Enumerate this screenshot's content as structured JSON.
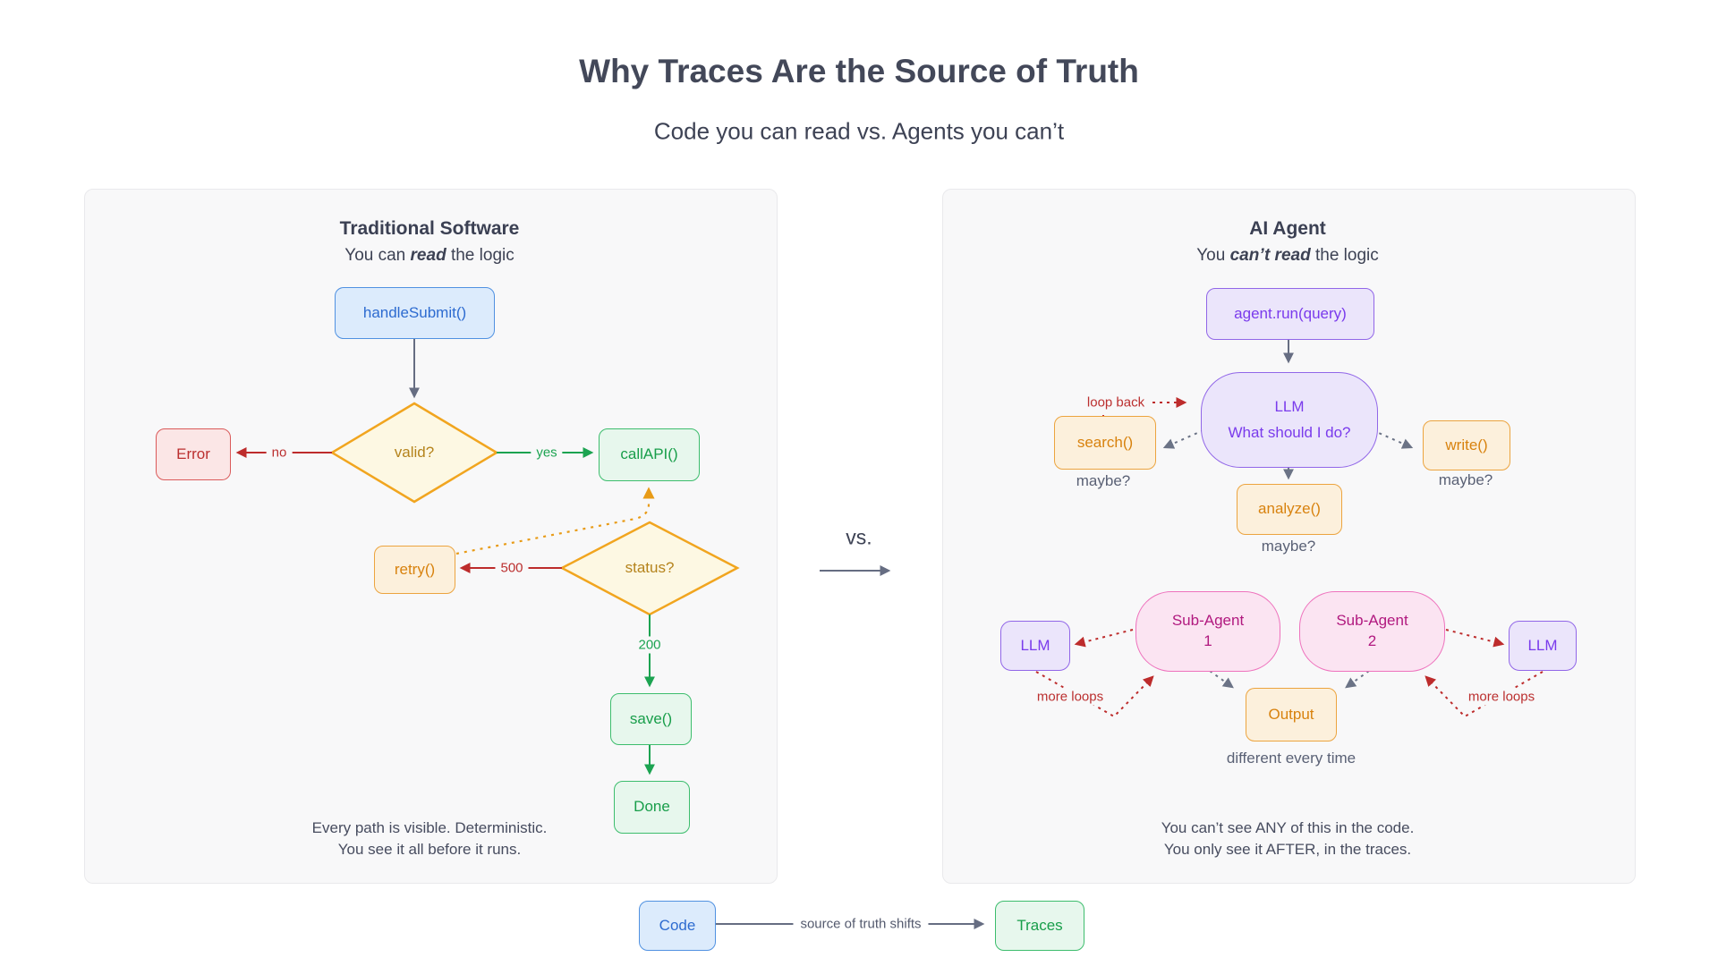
{
  "page": {
    "title": "Why Traces Are the Source of Truth",
    "subtitle": "Code you can read vs. Agents you can’t"
  },
  "left_panel": {
    "title": "Traditional Software",
    "subtitle_prefix": "You can ",
    "subtitle_bold": "read",
    "subtitle_suffix": " the logic",
    "nodes": {
      "handle_submit": "handleSubmit()",
      "valid": "valid?",
      "error": "Error",
      "call_api": "callAPI()",
      "retry": "retry()",
      "status": "status?",
      "save": "save()",
      "done": "Done"
    },
    "edge_labels": {
      "no": "no",
      "yes": "yes",
      "e500": "500",
      "e200": "200"
    },
    "footer_line1": "Every path is visible. Deterministic.",
    "footer_line2": "You see it all before it runs."
  },
  "divider": {
    "vs": "vs."
  },
  "right_panel": {
    "title": "AI Agent",
    "subtitle_prefix": "You ",
    "subtitle_bold": "can’t read",
    "subtitle_suffix": " the logic",
    "nodes": {
      "agent_run": "agent.run(query)",
      "llm_title": "LLM",
      "llm_question": "What should I do?",
      "search": "search()",
      "write": "write()",
      "analyze": "analyze()",
      "sub_agent_1_line1": "Sub-Agent",
      "sub_agent_1_line2": "1",
      "sub_agent_2_line1": "Sub-Agent",
      "sub_agent_2_line2": "2",
      "llm_left": "LLM",
      "llm_right": "LLM",
      "output": "Output"
    },
    "edge_labels": {
      "loop_back": "loop back",
      "maybe_search": "maybe?",
      "maybe_write": "maybe?",
      "maybe_analyze": "maybe?",
      "more_loops_left": "more loops",
      "more_loops_right": "more loops"
    },
    "output_caption": "different every time",
    "footer_line1": "You can’t see ANY of this in the code.",
    "footer_line2": "You only see it AFTER, in the traces."
  },
  "footer": {
    "code": "Code",
    "arrow_label": "source of truth shifts",
    "traces": "Traces"
  },
  "colors": {
    "blue_fill": "#dcebfc",
    "blue_border": "#5091e1",
    "blue_text": "#2d6bd0",
    "green_fill": "#e7f7ed",
    "green_border": "#3dbd6d",
    "green_text": "#189e4a",
    "red_fill": "#fbe6e6",
    "red_border": "#da5a5a",
    "red_text": "#bb2f2f",
    "orange_fill": "#fcf0dc",
    "orange_border": "#eca43f",
    "orange_text": "#d8820e",
    "yellow_fill": "#fdf8e3",
    "yellow_border": "#f1a51f",
    "yellow_text": "#b5831c",
    "purple_fill": "#ebe5fb",
    "purple_border": "#9166e8",
    "purple_text": "#7a3bec",
    "pink_fill": "#fbe4f2",
    "pink_border": "#ee72bd",
    "pink_text": "#b1197f",
    "arrow_slate": "#666d82",
    "arrow_red": "#bd2c2c",
    "arrow_green": "#1ca351",
    "arrow_orange": "#e89b17",
    "arrow_gray_dashed": "#6b7386",
    "panel_bg": "#f8f8f9"
  }
}
